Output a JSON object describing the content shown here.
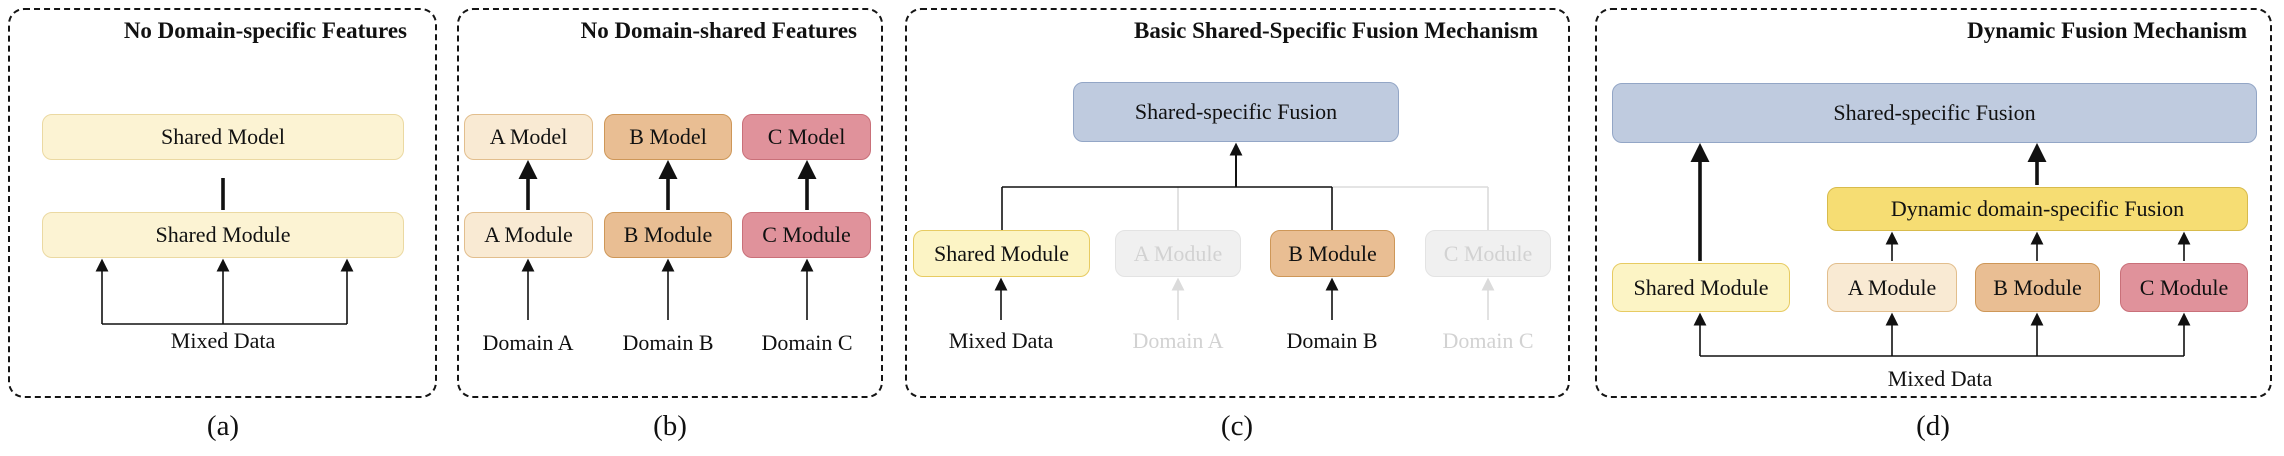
{
  "colors": {
    "pale_yellow_fill": "#FCF3D3",
    "pale_yellow_border": "#EBD9A2",
    "yellow_fill": "#FCF4C5",
    "yellow_border": "#E7CB62",
    "gold_fill": "#F6DD73",
    "gold_border": "#D8BB4C",
    "cream_fill": "#F9EAD3",
    "cream_border": "#E2BE8D",
    "tan_fill": "#E9BE93",
    "tan_border": "#CE9758",
    "rose_fill": "#E0929B",
    "rose_border": "#C97079",
    "blue_fill": "#BFCBDF",
    "blue_border": "#93A6C6",
    "gray_fill": "#F0F0F0",
    "gray_border": "#E3E3E3",
    "gray_text": "#D2D2D2",
    "gray_line": "#DBDBDB",
    "ink": "#111111"
  },
  "panels": {
    "a": {
      "title": "No Domain-specific Features",
      "caption": "(a)",
      "nodes": {
        "shared_model": "Shared Model",
        "shared_module": "Shared Module"
      },
      "labels": {
        "mixed_data": "Mixed Data"
      }
    },
    "b": {
      "title": "No Domain-shared Features",
      "caption": "(b)",
      "nodes": {
        "a_model": "A Model",
        "b_model": "B Model",
        "c_model": "C Model",
        "a_module": "A Module",
        "b_module": "B Module",
        "c_module": "C Module"
      },
      "labels": {
        "domain_a": "Domain A",
        "domain_b": "Domain B",
        "domain_c": "Domain C"
      }
    },
    "c": {
      "title": "Basic Shared-Specific Fusion Mechanism",
      "caption": "(c)",
      "nodes": {
        "fusion": "Shared-specific Fusion",
        "shared_module": "Shared Module",
        "a_module": "A Module",
        "b_module": "B Module",
        "c_module": "C Module"
      },
      "labels": {
        "mixed_data": "Mixed Data",
        "domain_a": "Domain A",
        "domain_b": "Domain B",
        "domain_c": "Domain C"
      }
    },
    "d": {
      "title": "Dynamic Fusion Mechanism",
      "caption": "(d)",
      "nodes": {
        "fusion": "Shared-specific Fusion",
        "dynamic_fusion": "Dynamic domain-specific Fusion",
        "shared_module": "Shared Module",
        "a_module": "A Module",
        "b_module": "B Module",
        "c_module": "C Module"
      },
      "labels": {
        "mixed_data": "Mixed Data"
      }
    }
  }
}
